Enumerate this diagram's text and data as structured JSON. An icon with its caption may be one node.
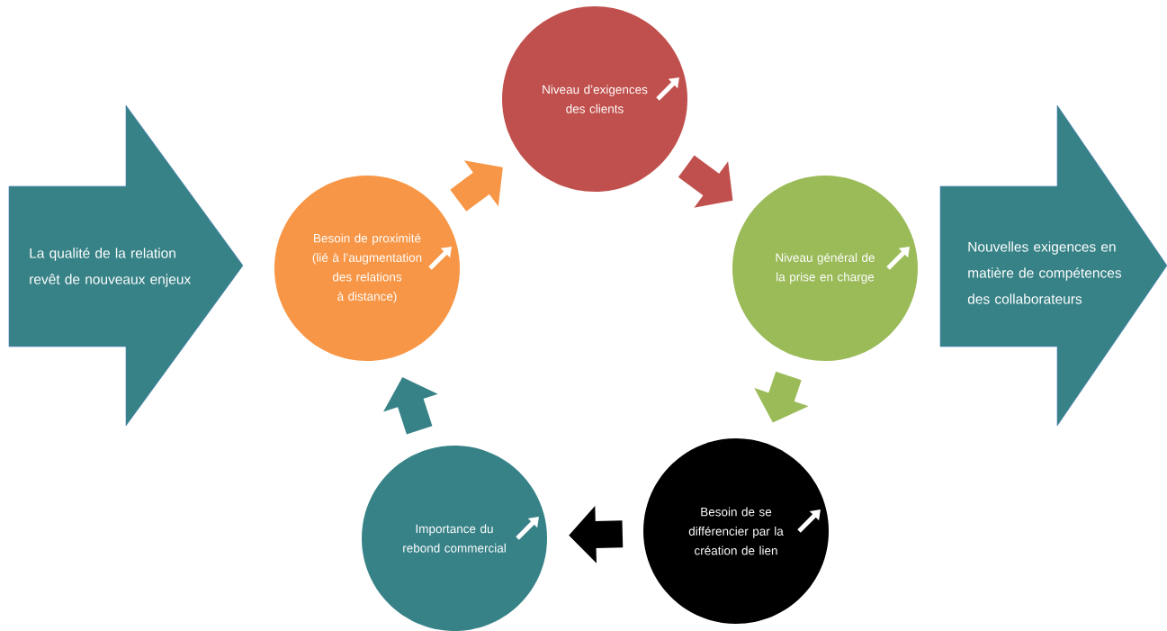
{
  "diagram": {
    "nodes": [
      {
        "text": [
          "La qualité de la relation revêt de nouveaux enjeux"
        ]
      },
      {
        "text": [
          "Besoin de proximité (lié à l’augmentation des relations à distance)"
        ]
      },
      {
        "text": [
          "Niveau d’exigences des clients"
        ]
      },
      {
        "text": [
          "Niveau général de la prise en charge"
        ]
      },
      {
        "text": [
          "Besoin de se différencier par la création de lien"
        ]
      },
      {
        "text": [
          "Importance du rebond commercial"
        ]
      },
      {
        "text": [
          "Nouvelles exigences en matière de compétences des collaborateurs"
        ]
      }
    ],
    "edges": [
      {
        "from": 1,
        "to": 2,
        "arrow": "to",
        "color": "#f79646"
      },
      {
        "from": 2,
        "to": 3,
        "arrow": "to",
        "color": "#c0504d"
      },
      {
        "from": 3,
        "to": 4,
        "arrow": "to",
        "color": "#9bbb59"
      },
      {
        "from": 4,
        "to": 5,
        "arrow": "to",
        "color": "#000000"
      },
      {
        "from": 5,
        "to": 1,
        "arrow": "to",
        "color": "#378287"
      }
    ]
  }
}
